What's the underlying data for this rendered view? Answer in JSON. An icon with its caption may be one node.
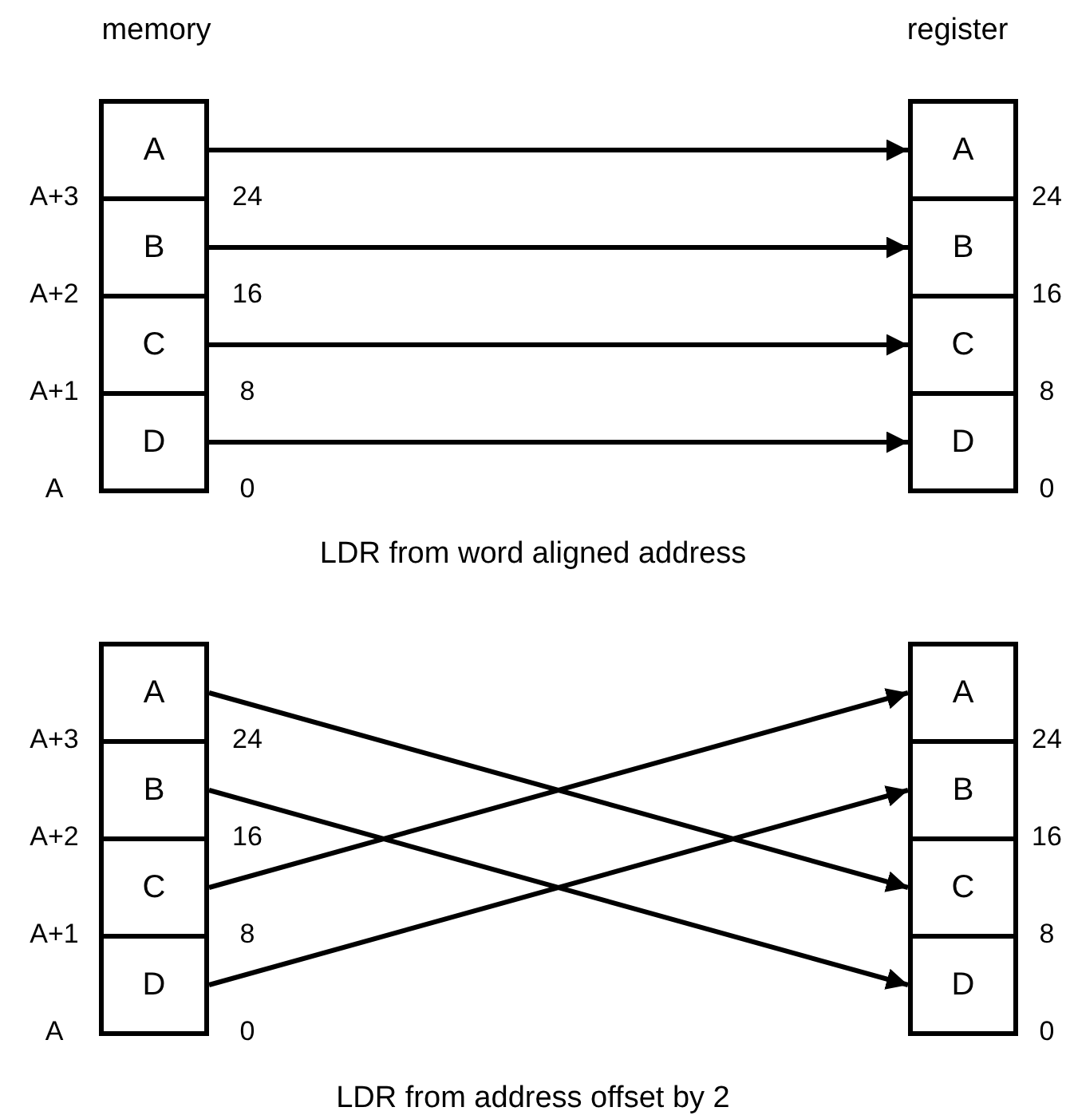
{
  "diagram": {
    "nodes": [
      {
        "text": [
          "A"
        ]
      },
      {
        "text": [
          "B"
        ]
      },
      {
        "text": [
          "C"
        ]
      },
      {
        "text": [
          "D"
        ]
      },
      {
        "text": [
          "A"
        ]
      },
      {
        "text": [
          "B"
        ]
      },
      {
        "text": [
          "C"
        ]
      },
      {
        "text": [
          "D"
        ]
      },
      {
        "text": [
          "A"
        ]
      },
      {
        "text": [
          "B"
        ]
      },
      {
        "text": [
          "C"
        ]
      },
      {
        "text": [
          "D"
        ]
      },
      {
        "text": [
          "A"
        ]
      },
      {
        "text": [
          "B"
        ]
      },
      {
        "text": [
          "C"
        ]
      },
      {
        "text": [
          "D"
        ]
      }
    ],
    "edges": [
      {
        "from": 0,
        "to": 4,
        "arrow": "to"
      },
      {
        "from": 1,
        "to": 5,
        "arrow": "to"
      },
      {
        "from": 2,
        "to": 6,
        "arrow": "to"
      },
      {
        "from": 3,
        "to": 7,
        "arrow": "to"
      },
      {
        "from": 8,
        "to": 14,
        "arrow": "to"
      },
      {
        "from": 9,
        "to": 15,
        "arrow": "to"
      },
      {
        "from": 10,
        "to": 12,
        "arrow": "to"
      },
      {
        "from": 11,
        "to": 13,
        "arrow": "to"
      }
    ],
    "labels": [
      "memory",
      "register",
      "A+3",
      "24",
      "24",
      "A+2",
      "16",
      "16",
      "A+1",
      "8",
      "8",
      "A",
      "0",
      "0",
      "LDR from word aligned address",
      "A+3",
      "24",
      "24",
      "A+2",
      "16",
      "16",
      "A+1",
      "8",
      "8",
      "A",
      "0",
      "0",
      "LDR from address offset by 2"
    ]
  }
}
